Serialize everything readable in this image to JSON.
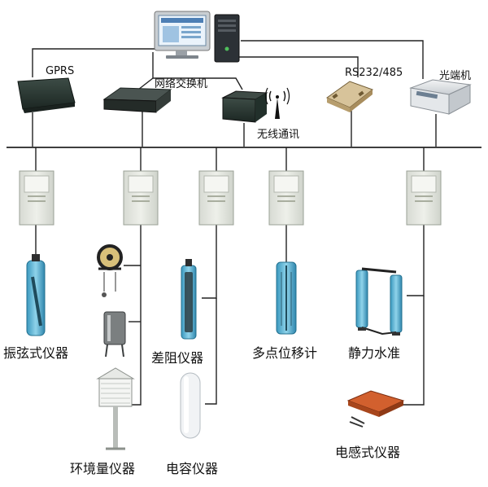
{
  "labels": {
    "gprs": "GPRS",
    "network_switch": "网络交换机",
    "rs232_485": "RS232/485",
    "optical_terminal": "光端机",
    "wireless": "无线通讯",
    "vibrating_wire": "振弦式仪器",
    "differential_resistance": "差阻仪器",
    "multipoint_extensometer": "多点位移计",
    "static_level": "静力水准",
    "environment": "环境量仪器",
    "capacitive": "电容仪器",
    "inductive": "电感式仪器"
  },
  "colors": {
    "line": "#222222",
    "device_dark": "#2b3a34",
    "cabinet": "#e6e8e3",
    "instrument_blue": "#5bb6d6"
  }
}
